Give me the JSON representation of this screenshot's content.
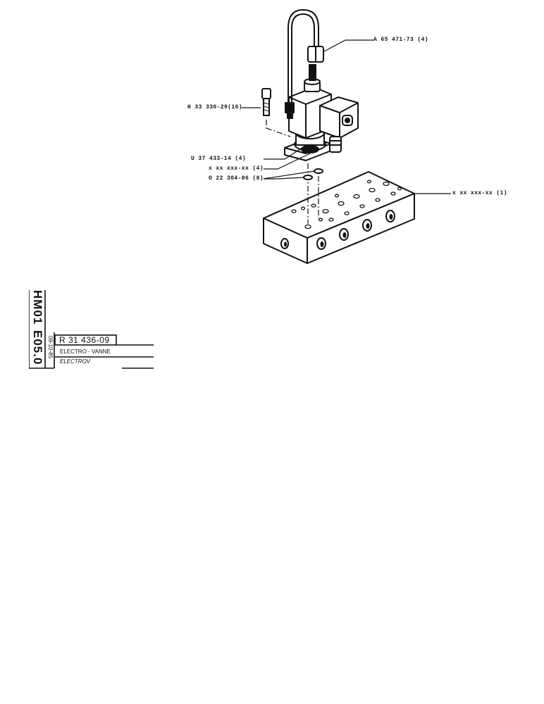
{
  "callouts": {
    "elbow_fitting": "A 65 471-73 (4)",
    "screw": "H 33 330-29(16)",
    "gasket_u": "U 37 433-14 (4)",
    "solenoid_valve": "x xx xxx-xx (4)",
    "o_ring": "O 22 304-86 (8)",
    "manifold": "x xx xxx-xx (1)"
  },
  "title_block": {
    "code_main": "HM01",
    "code_section": "E05.0",
    "date": "09-10-85",
    "reference": "R 31 436-09",
    "title_fr": "ELECTRO - VANNE",
    "title_en": "ELECTROV"
  }
}
